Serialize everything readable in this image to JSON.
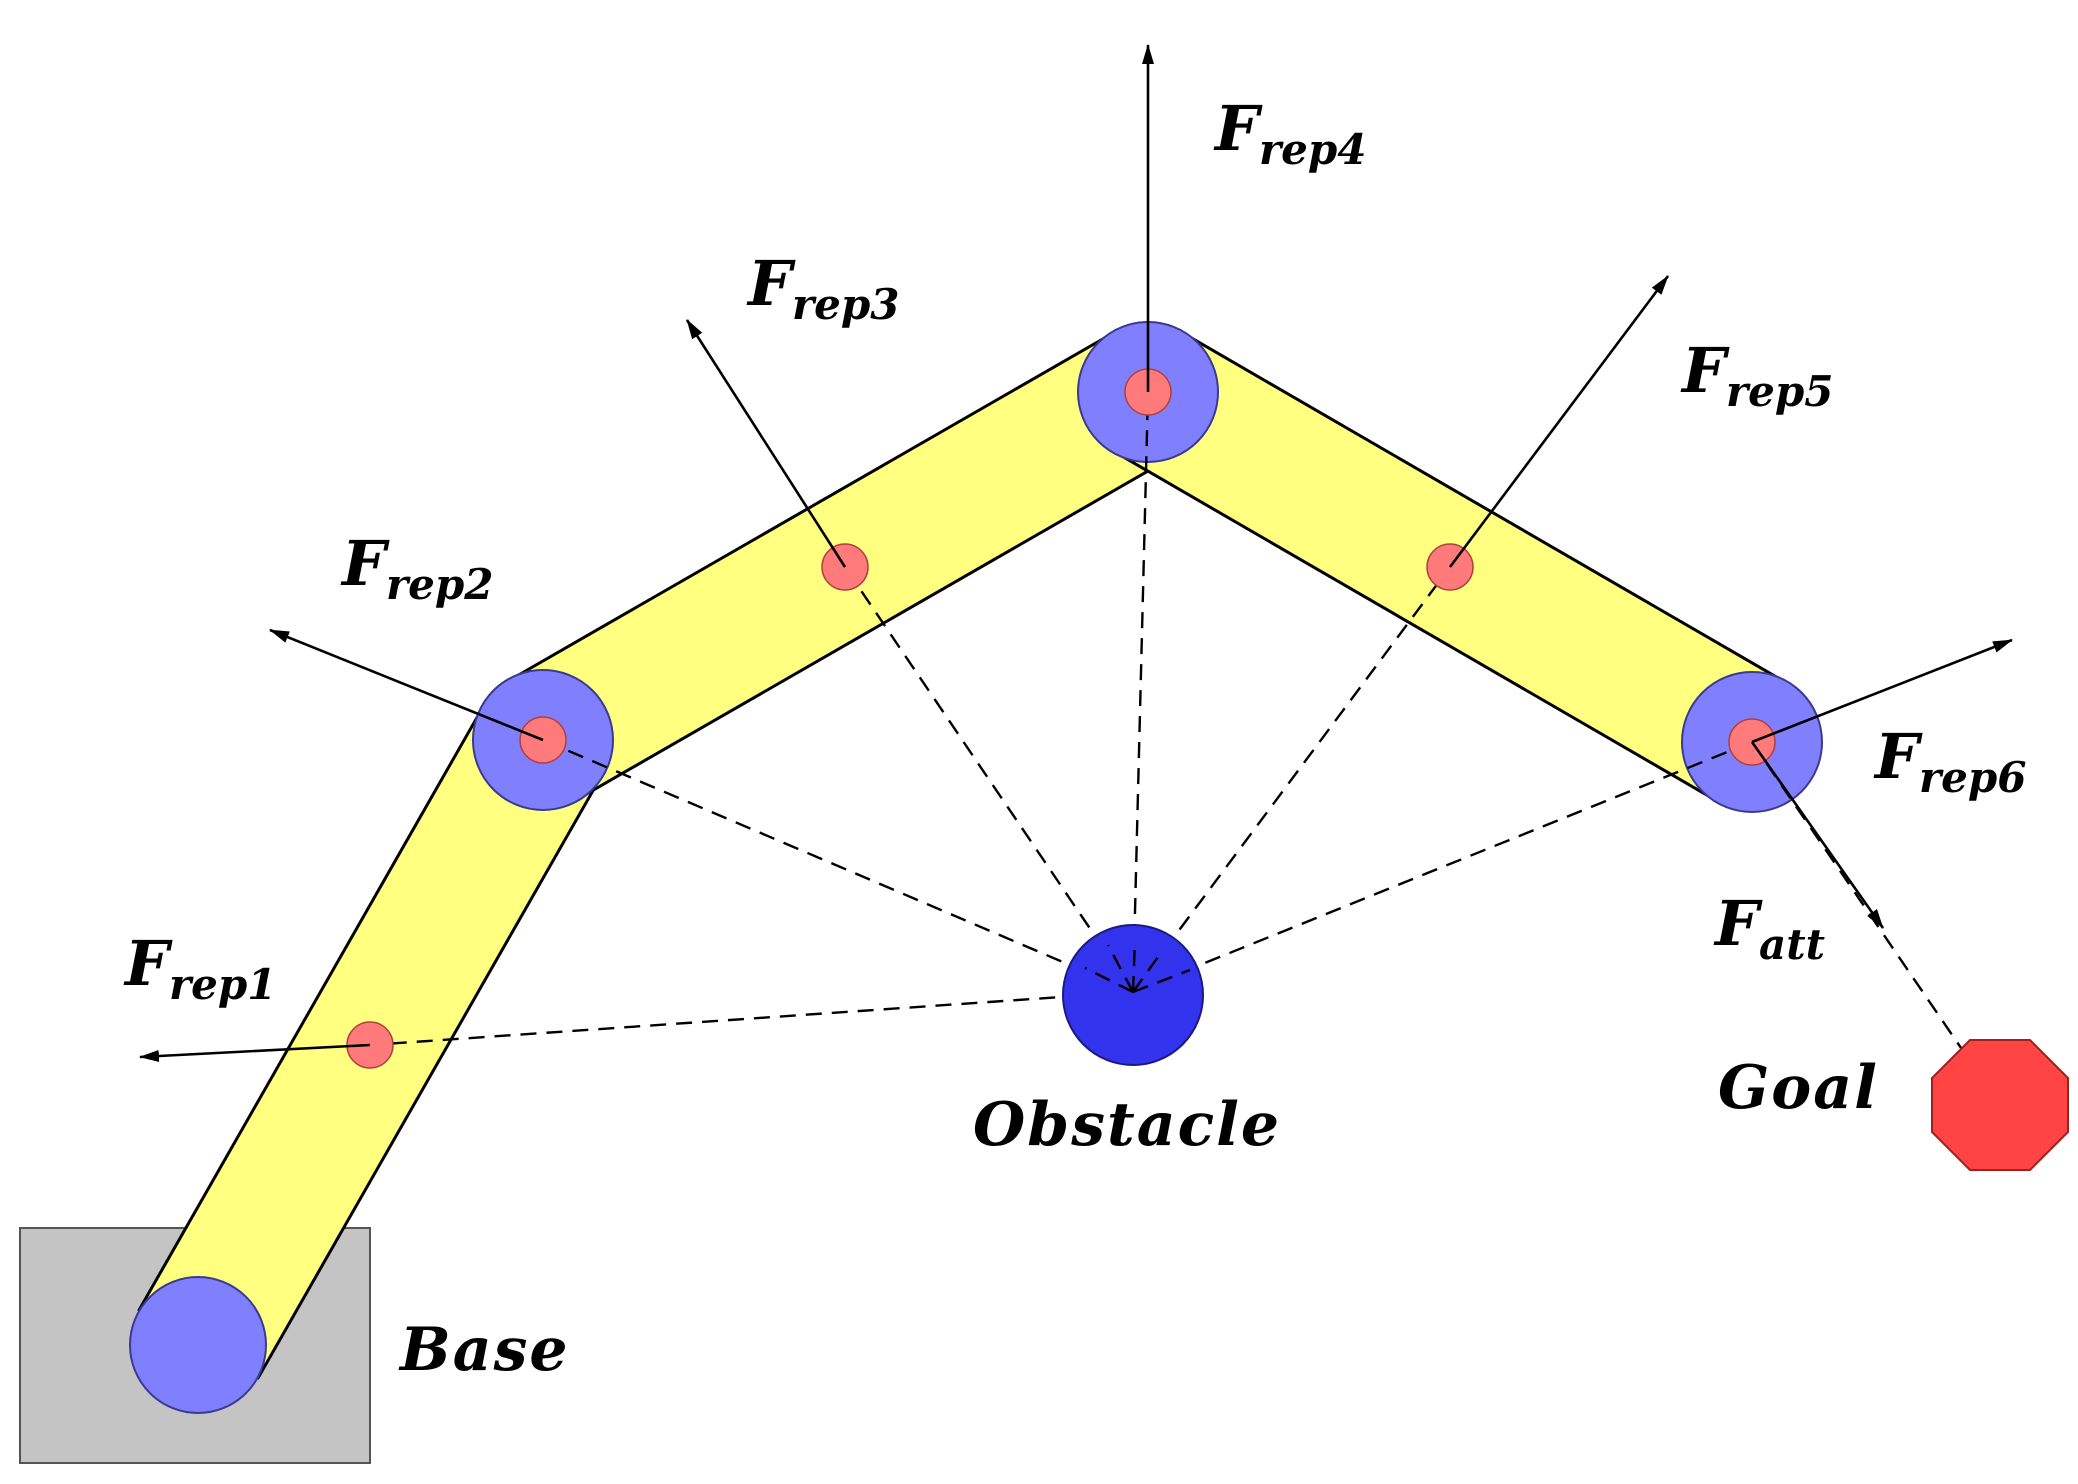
{
  "colors": {
    "link_fill": "#ffff80",
    "joint_fill": "#8080ff",
    "control_point_fill": "#ff7b7b",
    "obstacle_fill": "#3333ee",
    "goal_fill": "#ff4444",
    "base_fill": "#c4c4c4"
  },
  "labels": {
    "base": "Base",
    "obstacle": "Obstacle",
    "goal": "Goal"
  },
  "forces": [
    {
      "main": "F",
      "sub": "rep1"
    },
    {
      "main": "F",
      "sub": "rep2"
    },
    {
      "main": "F",
      "sub": "rep3"
    },
    {
      "main": "F",
      "sub": "rep4"
    },
    {
      "main": "F",
      "sub": "rep5"
    },
    {
      "main": "F",
      "sub": "rep6"
    },
    {
      "main": "F",
      "sub": "att"
    }
  ]
}
